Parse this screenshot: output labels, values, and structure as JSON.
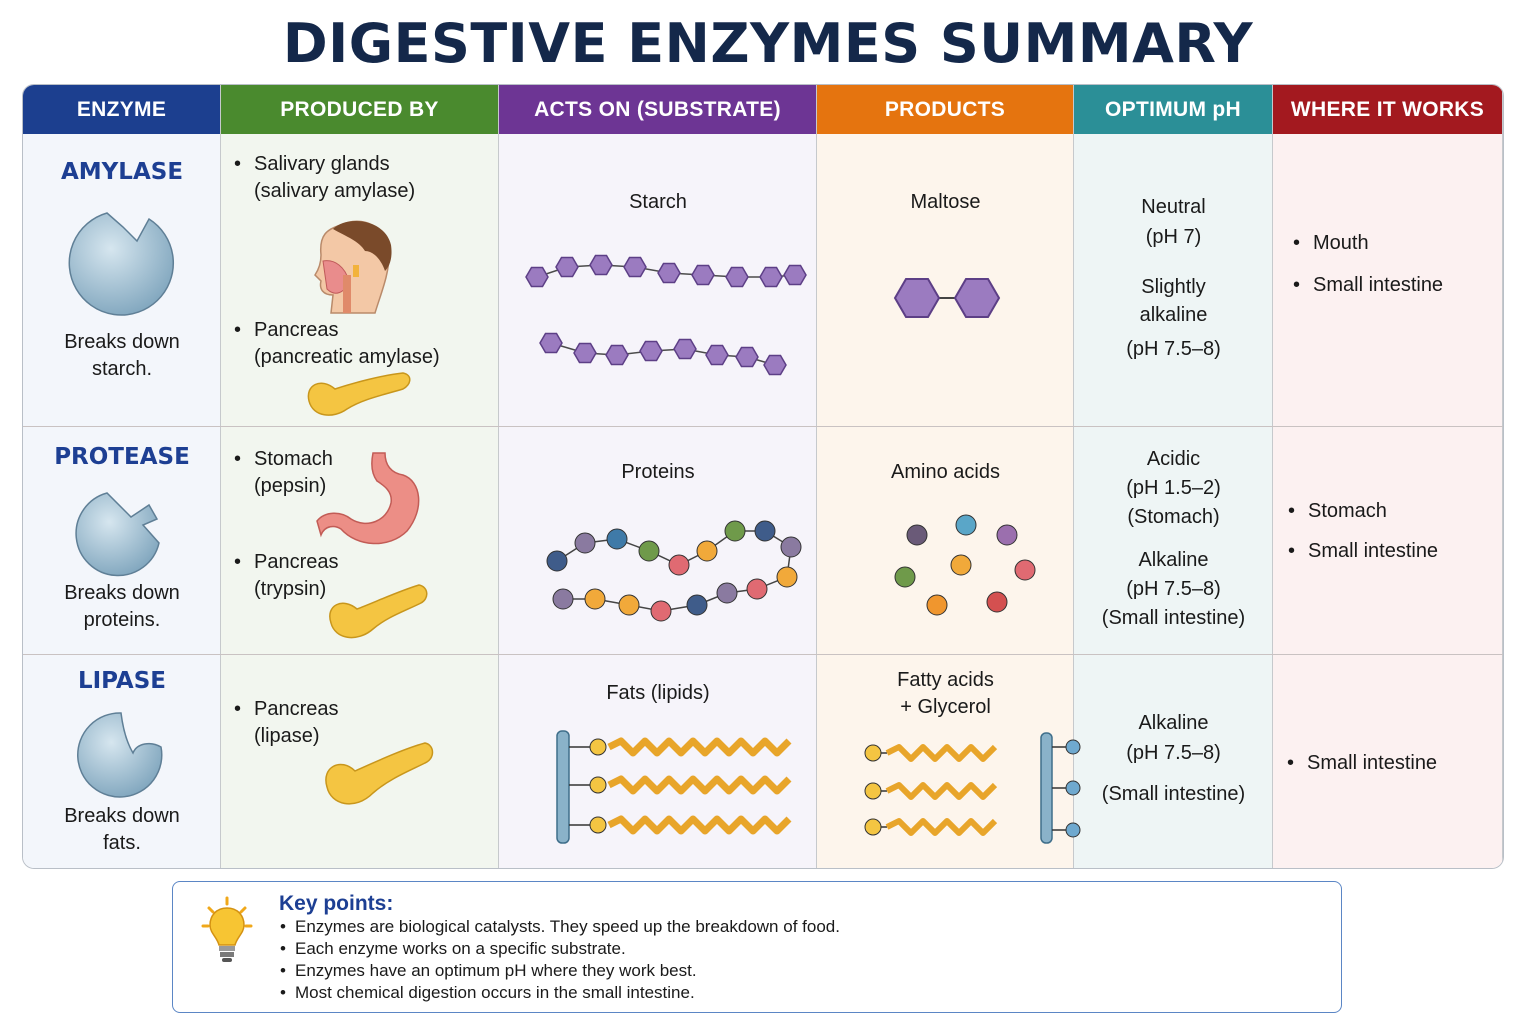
{
  "title": "DIGESTIVE ENZYMES SUMMARY",
  "headers": [
    "ENZYME",
    "PRODUCED BY",
    "ACTS ON (SUBSTRATE)",
    "PRODUCTS",
    "OPTIMUM pH",
    "WHERE IT WORKS"
  ],
  "colors": {
    "enzyme": "#1c3f8f",
    "produced": "#4a8a2e",
    "acts": "#6d3594",
    "products": "#e5740f",
    "ph": "#2b8f97",
    "where": "#a3191f"
  },
  "rows": [
    {
      "enzyme": "AMYLASE",
      "description": [
        "Breaks down",
        "starch."
      ],
      "produced_by": [
        {
          "line1": "Salivary glands",
          "line2": "(salivary amylase)",
          "icon": "head-icon"
        },
        {
          "line1": "Pancreas",
          "line2": "(pancreatic amylase)",
          "icon": "pancreas-icon"
        }
      ],
      "substrate": "Starch",
      "products": [
        "Maltose"
      ],
      "ph": [
        [
          "Neutral",
          "(pH 7)"
        ],
        [
          "Slightly",
          "alkaline",
          "(pH 7.5–8)"
        ]
      ],
      "where": [
        "Mouth",
        "Small intestine"
      ]
    },
    {
      "enzyme": "PROTEASE",
      "description": [
        "Breaks down",
        "proteins."
      ],
      "produced_by": [
        {
          "line1": "Stomach",
          "line2": "(pepsin)",
          "icon": "stomach-icon"
        },
        {
          "line1": "Pancreas",
          "line2": "(trypsin)",
          "icon": "pancreas-icon"
        }
      ],
      "substrate": "Proteins",
      "products": [
        "Amino acids"
      ],
      "ph": [
        [
          "Acidic",
          "(pH 1.5–2)",
          "(Stomach)"
        ],
        [
          "Alkaline",
          "(pH 7.5–8)",
          "(Small intestine)"
        ]
      ],
      "where": [
        "Stomach",
        "Small intestine"
      ]
    },
    {
      "enzyme": "LIPASE",
      "description": [
        "Breaks down",
        "fats."
      ],
      "produced_by": [
        {
          "line1": "Pancreas",
          "line2": "(lipase)",
          "icon": "pancreas-icon"
        }
      ],
      "substrate": "Fats (lipids)",
      "products": [
        "Fatty acids",
        "+ Glycerol"
      ],
      "ph": [
        [
          "Alkaline",
          "(pH 7.5–8)"
        ],
        [
          "(Small intestine)"
        ]
      ],
      "where": [
        "Small intestine"
      ]
    }
  ],
  "key_points": {
    "title": "Key points:",
    "items": [
      "Enzymes are biological catalysts. They speed up the breakdown of food.",
      "Each enzyme works on a specific substrate.",
      "Enzymes have an optimum pH where they work best.",
      "Most chemical digestion occurs in the small intestine."
    ]
  }
}
